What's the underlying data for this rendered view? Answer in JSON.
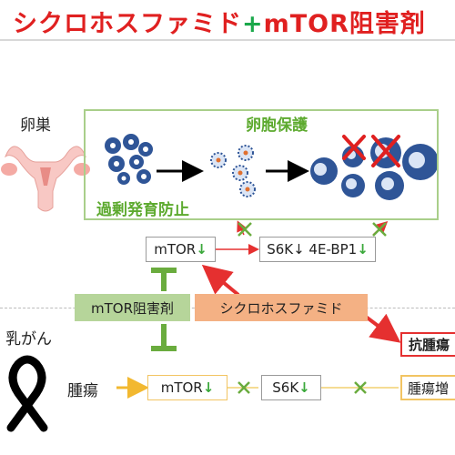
{
  "title": {
    "part1": "シクロホスファミド",
    "plus": "+",
    "part2": "mTOR阻害剤"
  },
  "labels": {
    "ovary": "卵巣",
    "follicle_protection": "卵胞保護",
    "overdevelopment_prevention": "過剰発育防止",
    "breast_cancer": "乳がん",
    "tumor": "腫瘍"
  },
  "nodes": {
    "mtor_top": "mTOR",
    "s6k_4ebp1": "S6K↓ 4E-BP1",
    "mtor_inhibitor": "mTOR阻害剤",
    "cyclophosphamide": "シクロホスファミド",
    "antitumor": "抗腫瘍",
    "mtor_bottom": "mTOR",
    "s6k_bottom": "S6K",
    "tumor_growth": "腫瘍増"
  },
  "glyphs": {
    "down_arrow": "↓",
    "block_x": "×"
  },
  "colors": {
    "title_red": "#e02020",
    "title_green": "#1aa84a",
    "protect_green": "#5daa2f",
    "box_green": "#a9cf8a",
    "inhibitor_green": "#6aac3e",
    "cyclo_orange": "#f4b184",
    "red_arrow": "#e53030",
    "yellow_arrow": "#f2b830",
    "follicle_blue": "#2f5597"
  }
}
